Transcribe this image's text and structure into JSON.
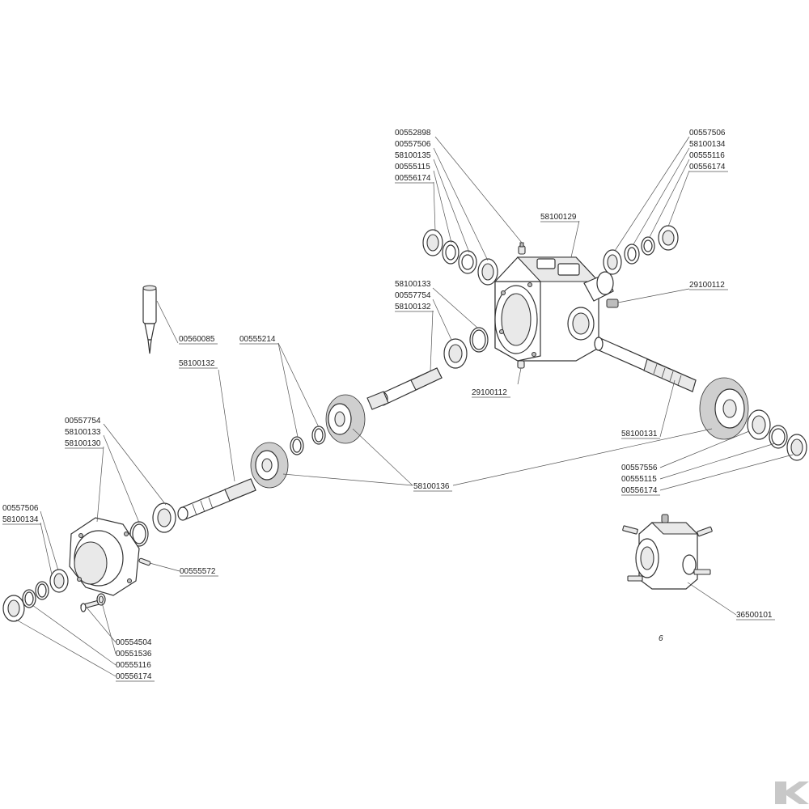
{
  "labels": {
    "l00552898": "00552898",
    "l00557506_top": "00557506",
    "l58100135": "58100135",
    "l00555115_top": "00555115",
    "l00556174_top": "00556174",
    "l58100129": "58100129",
    "r00557506": "00557506",
    "r58100134": "58100134",
    "r00555116": "00555116",
    "r00556174": "00556174",
    "r29100112": "29100112",
    "c58100133": "58100133",
    "c00557754": "00557754",
    "c58100132": "58100132",
    "c29100112": "29100112",
    "p00560085": "00560085",
    "p00555214": "00555214",
    "p58100132": "58100132",
    "g58100131": "58100131",
    "g00557556": "00557556",
    "g00555115": "00555115",
    "g00556174": "00556174",
    "m58100136": "58100136",
    "f00557754": "00557754",
    "f58100133": "58100133",
    "f58100130": "58100130",
    "b00557506": "00557506",
    "b58100134": "58100134",
    "b00555572": "00555572",
    "s00554504": "00554504",
    "s00551536": "00551536",
    "s00555116": "00555116",
    "s00556174": "00556174",
    "a36500101": "36500101",
    "fig": "6"
  }
}
